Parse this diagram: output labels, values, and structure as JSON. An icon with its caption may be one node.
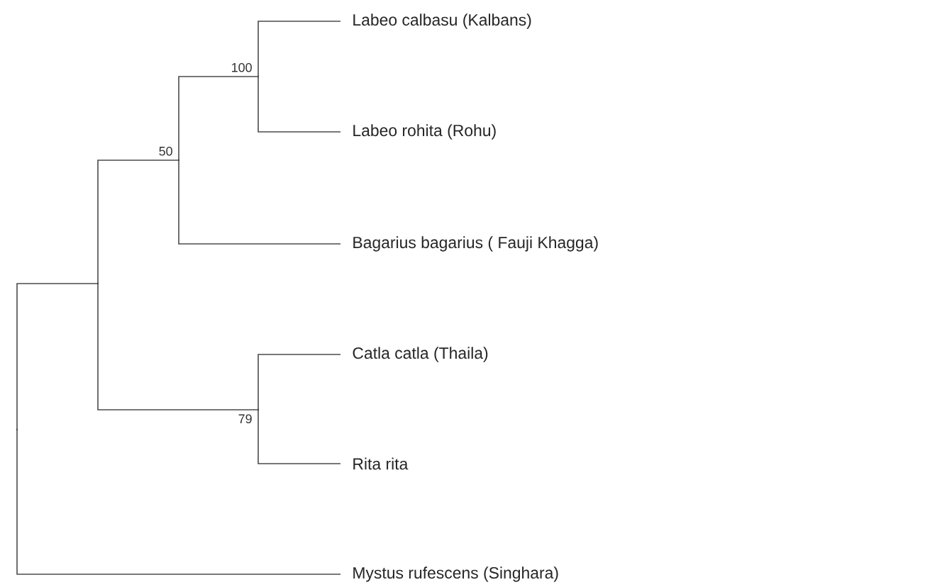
{
  "diagram": {
    "nodes": [
      {
        "text": [
          "Labeo calbasu (Kalbans)"
        ]
      },
      {
        "text": [
          "Labeo rohita (Rohu)"
        ]
      },
      {
        "text": [
          "Bagarius bagarius ( Fauji Khagga)"
        ]
      },
      {
        "text": [
          "Catla catla (Thaila)"
        ]
      },
      {
        "text": [
          "Rita rita"
        ]
      },
      {
        "text": [
          "Mystus rufescens (Singhara)"
        ]
      },
      {
        "text": [],
        "shape": "point"
      },
      {
        "text": [],
        "shape": "point"
      },
      {
        "text": [],
        "shape": "point",
        "beside": [
          "50"
        ]
      },
      {
        "text": [],
        "shape": "point",
        "beside": [
          "100"
        ]
      },
      {
        "text": [],
        "shape": "point",
        "beside": [
          "79"
        ]
      }
    ],
    "edges": [
      {
        "from": 6,
        "to": 7,
        "arrow": "none"
      },
      {
        "from": 6,
        "to": 5,
        "arrow": "none"
      },
      {
        "from": 7,
        "to": 8,
        "arrow": "none"
      },
      {
        "from": 7,
        "to": 10,
        "arrow": "none"
      },
      {
        "from": 8,
        "to": 9,
        "arrow": "none"
      },
      {
        "from": 8,
        "to": 2,
        "arrow": "none"
      },
      {
        "from": 9,
        "to": 0,
        "arrow": "none"
      },
      {
        "from": 9,
        "to": 1,
        "arrow": "none"
      },
      {
        "from": 10,
        "to": 3,
        "arrow": "none"
      },
      {
        "from": 10,
        "to": 4,
        "arrow": "none"
      }
    ]
  }
}
